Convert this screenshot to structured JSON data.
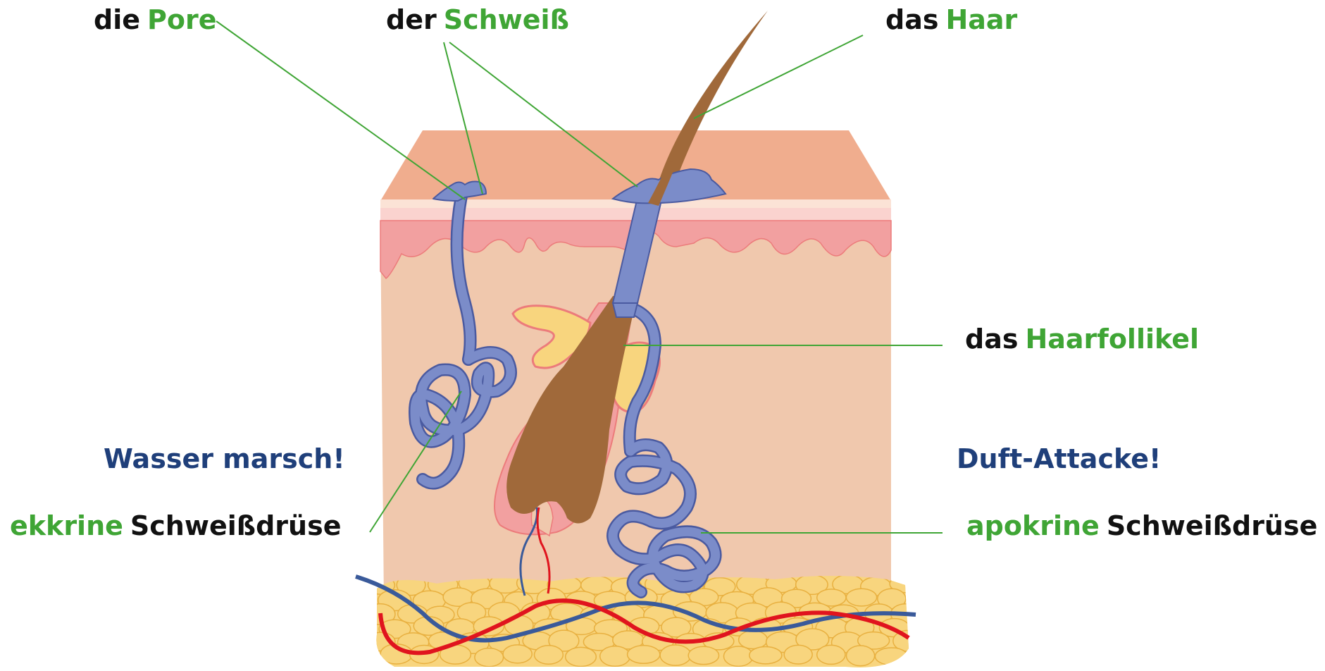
{
  "labels": {
    "pore": {
      "article": "die",
      "term": "Pore"
    },
    "sweat": {
      "article": "der",
      "term": "Schweiß"
    },
    "hair": {
      "article": "das",
      "term": "Haar"
    },
    "follicle": {
      "article": "das",
      "term": "Haarfollikel"
    },
    "eccrine_caption": "Wasser marsch!",
    "eccrine": {
      "term": "ekkrine",
      "rest": "Schweißdrüse"
    },
    "apocrine_caption": "Duft-Attacke!",
    "apocrine": {
      "term": "apokrine",
      "rest": "Schweißdrüse"
    }
  },
  "colors": {
    "term_green": "#3fa535",
    "article_black": "#111111",
    "caption_blue": "#1f3f7a",
    "skin_top": "#f0ad8e",
    "epidermis_pink": "#f2a0a0",
    "dermis": "#f0c8ad",
    "gland_blue": "#7b8cc9",
    "hair_brown": "#a0693a",
    "sebaceous_yellow": "#f8d57e",
    "fat_yellow": "#f8d57e",
    "artery_red": "#e0141e",
    "vein_blue": "#3a5a9a",
    "leader_line": "#3fa535"
  }
}
